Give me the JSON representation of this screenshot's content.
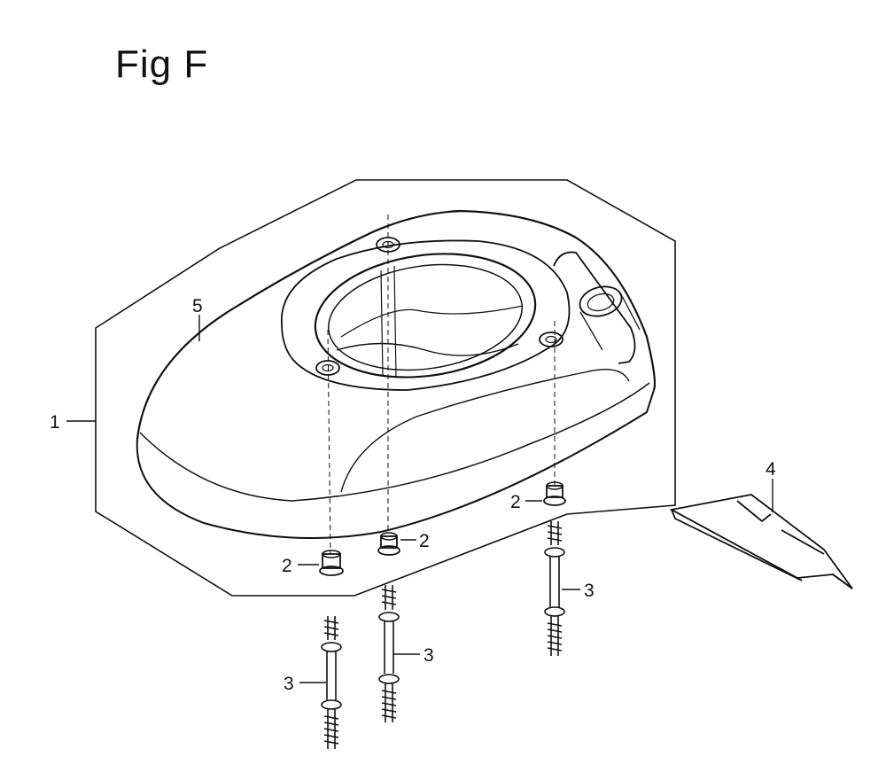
{
  "figure": {
    "title": "Fig F"
  },
  "callouts": {
    "c1": "1",
    "c2a": "2",
    "c2b": "2",
    "c2c": "2",
    "c3a": "3",
    "c3b": "3",
    "c3c": "3",
    "c4": "4",
    "c5": "5"
  }
}
